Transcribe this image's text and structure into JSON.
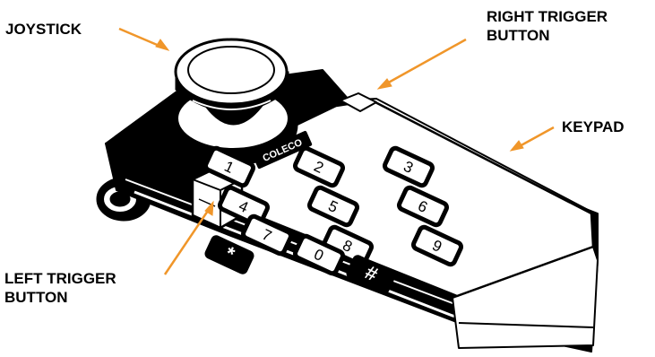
{
  "labels": {
    "joystick": "JOYSTICK",
    "right_trigger_line1": "RIGHT TRIGGER",
    "right_trigger_line2": "BUTTON",
    "keypad": "KEYPAD",
    "left_trigger_line1": "LEFT TRIGGER",
    "left_trigger_line2": "BUTTON"
  },
  "brand": "COLECO",
  "keys": [
    "1",
    "2",
    "3",
    "4",
    "5",
    "6",
    "7",
    "8",
    "9",
    "0",
    "*",
    "#"
  ],
  "colors": {
    "arrow": "#f0962a",
    "ink": "#000000",
    "paper": "#ffffff"
  }
}
